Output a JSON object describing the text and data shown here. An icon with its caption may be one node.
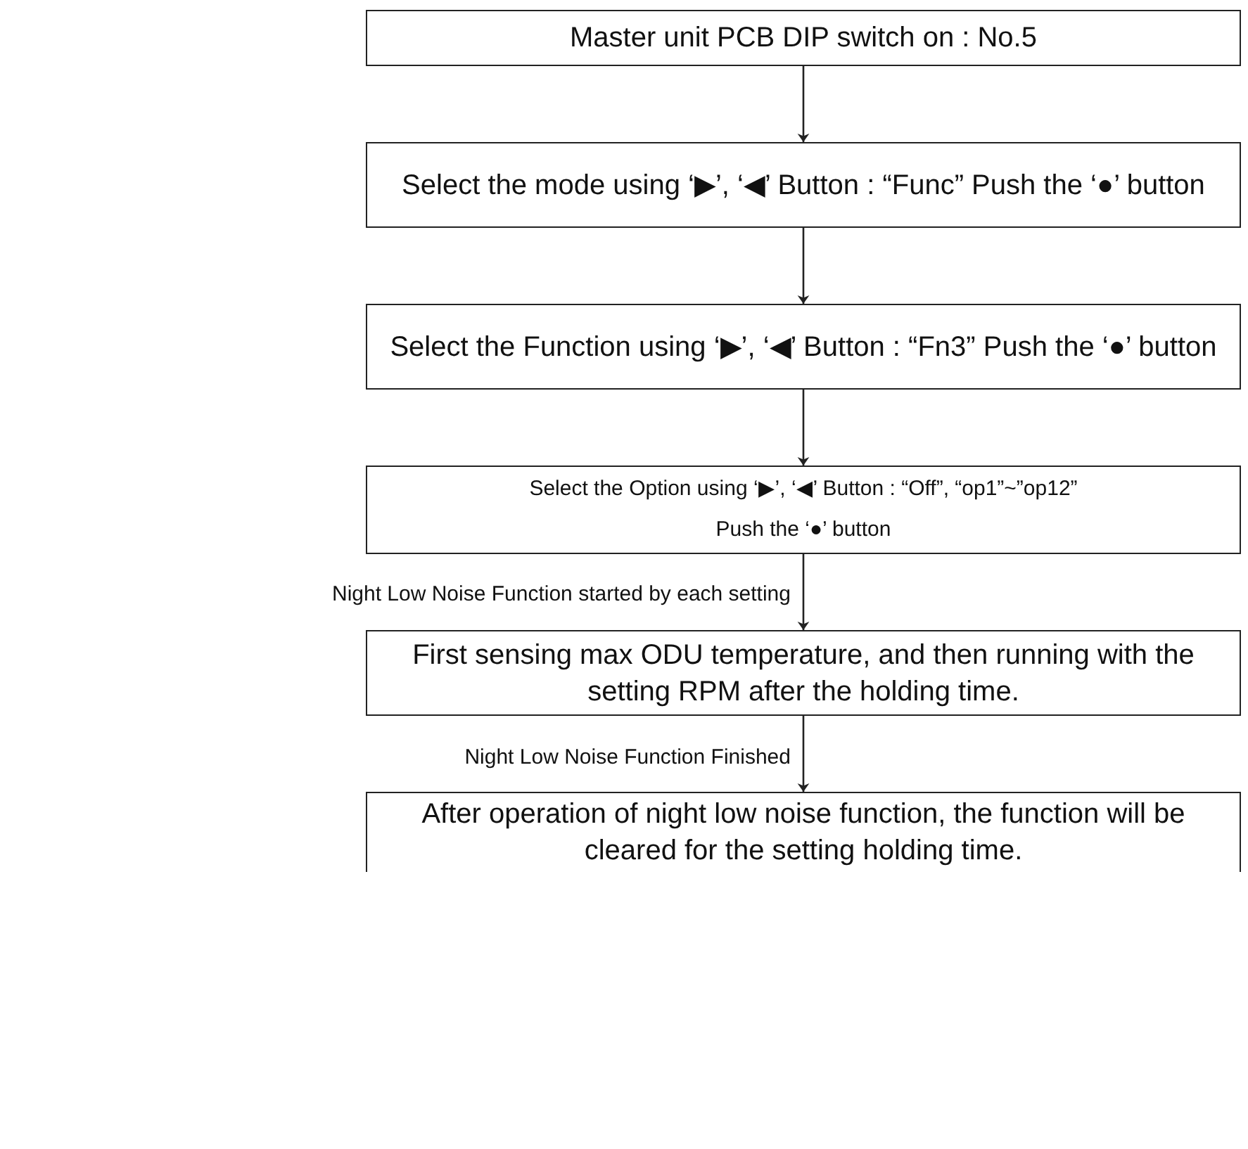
{
  "diagram": {
    "nodes": [
      {
        "text": [
          "Master unit PCB DIP switch on : No.5"
        ]
      },
      {
        "text": [
          "Select the mode using ‘▶’, ‘◀’ Button : “Func” Push the ‘●’ button"
        ]
      },
      {
        "text": [
          "Select the Function using ‘▶’, ‘◀’ Button : “Fn3” Push the ‘●’ button"
        ]
      },
      {
        "text": [
          "Select the Option using ‘▶’, ‘◀’ Button : “Off”, “op1”~”op12”",
          "Push the ‘●’ button"
        ]
      },
      {
        "text": [
          "First sensing max ODU temperature, and then running with the setting RPM after the holding time."
        ]
      },
      {
        "text": [
          "After operation of night low noise function, the function will be cleared for the setting holding time."
        ]
      }
    ],
    "edges": [
      {
        "from": 0,
        "to": 1,
        "arrow": "to"
      },
      {
        "from": 1,
        "to": 2,
        "arrow": "to"
      },
      {
        "from": 2,
        "to": 3,
        "arrow": "to"
      },
      {
        "from": 3,
        "to": 4,
        "arrow": "to",
        "label": "Night Low Noise Function started by each setting"
      },
      {
        "from": 4,
        "to": 5,
        "arrow": "to",
        "label": "Night Low Noise Function Finished"
      }
    ]
  }
}
